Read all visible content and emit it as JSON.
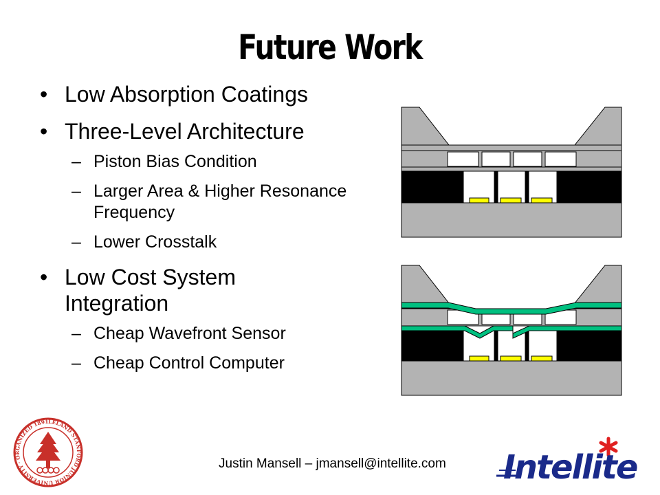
{
  "slide": {
    "title": "Future Work",
    "bullets": [
      {
        "text": "Low Absorption Coatings"
      },
      {
        "text": "Three-Level Architecture",
        "sub": [
          "Piston Bias Condition",
          "Larger Area & Higher Resonance Frequency",
          "Lower Crosstalk"
        ]
      },
      {
        "text": "Low Cost System Integration",
        "sub": [
          "Cheap Wavefront Sensor",
          "Cheap Control Computer"
        ]
      }
    ],
    "bullet_glyph": "•",
    "dash_glyph": "–",
    "footer": "Justin Mansell – jmansell@intellite.com",
    "seal_text": "LELAND STANFORD JUNIOR UNIVERSITY · ORGANIZED 1891",
    "logo_text": "Intellite"
  },
  "colors": {
    "substrate": "#b3b3b3",
    "electrode_block": "#000000",
    "pad": "#ffff00",
    "mirror_membrane": "#00c080",
    "seal_red": "#c8302a",
    "logo_blue": "#1a2a8a",
    "logo_star": "#e02020"
  }
}
